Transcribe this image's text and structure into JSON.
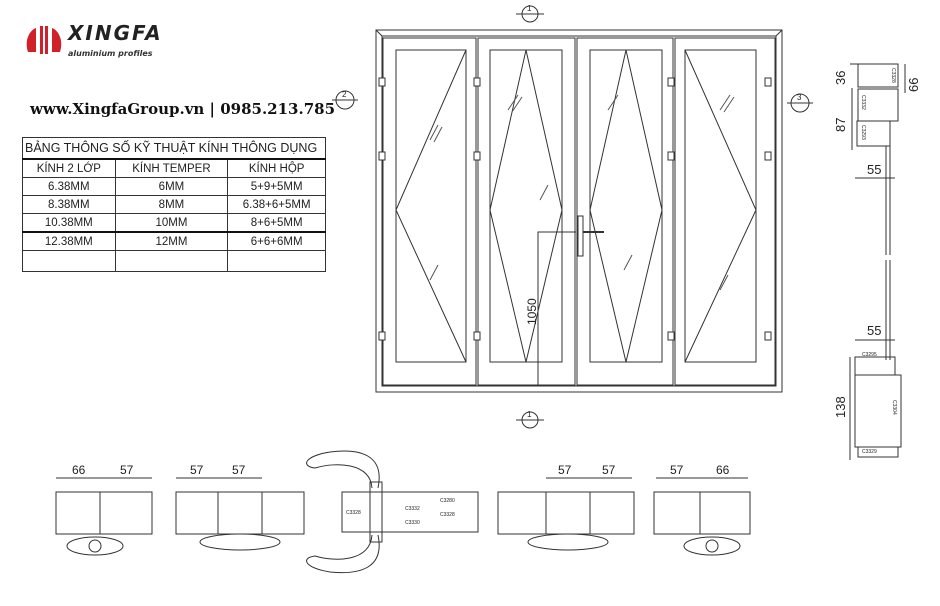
{
  "logo": {
    "brand": "XINGFA",
    "tagline": "aluminium profiles",
    "color": "#d0202a"
  },
  "contact": "www.XingfaGroup.vn | 0985.213.785",
  "glass_table": {
    "title": "BẢNG THÔNG SỐ KỸ THUẬT KÍNH  THÔNG DỤNG",
    "headers": [
      "KÍNH 2 LỚP",
      "KÍNH TEMPER",
      "KÍNH HỘP"
    ],
    "rows": [
      [
        "6.38MM",
        "6MM",
        "5+9+5MM"
      ],
      [
        "8.38MM",
        "8MM",
        "6.38+6+5MM"
      ],
      [
        "10.38MM",
        "10MM",
        "8+6+5MM"
      ],
      [
        "12.38MM",
        "12MM",
        "6+6+6MM"
      ],
      [
        "",
        "",
        ""
      ]
    ]
  },
  "drawing": {
    "section_marks": [
      "1",
      "2",
      "3",
      "1"
    ],
    "handle_height": "1050",
    "side_dims": {
      "top1": "36",
      "top2": "66",
      "mid": "87",
      "w1": "55",
      "w2": "55",
      "bottom": "138"
    },
    "side_codes": [
      "C3328",
      "C3332",
      "C3293",
      "C3295",
      "C3304",
      "C3329"
    ],
    "plan_dims": [
      [
        "66",
        "57"
      ],
      [
        "57",
        "57"
      ],
      [
        "57",
        "57"
      ],
      [
        "57",
        "66"
      ]
    ],
    "plan_codes": [
      "C3328",
      "C3280",
      "C3328",
      "C3332",
      "C3330"
    ]
  }
}
